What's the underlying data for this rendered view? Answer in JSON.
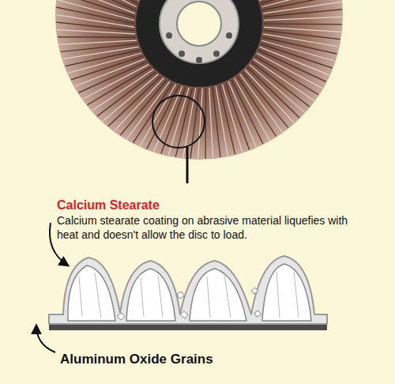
{
  "diagram": {
    "labels": [
      "Calcium Stearate",
      "Calcium stearate coating on abrasive material liquefies with heat and doesn't allow the disc to load.",
      "Aluminum Oxide Grains"
    ]
  }
}
